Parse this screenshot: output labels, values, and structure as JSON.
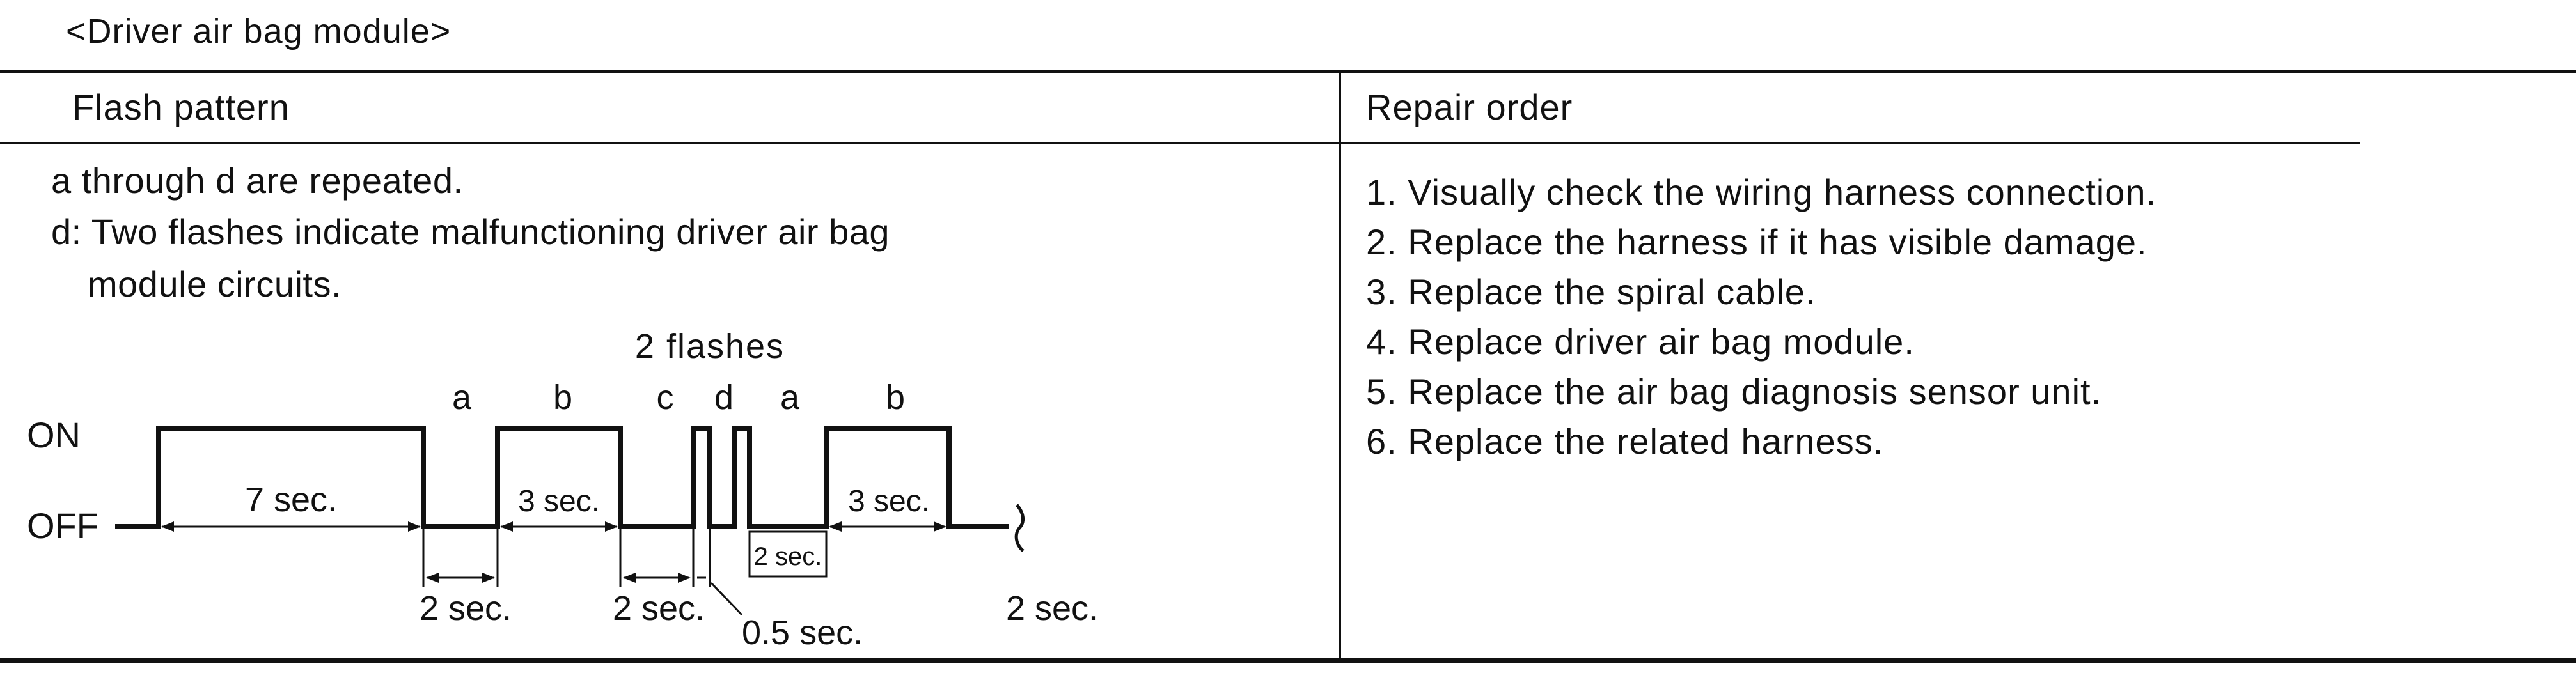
{
  "caption": "<Driver air bag module>",
  "table": {
    "headers": {
      "flash": "Flash pattern",
      "repair": "Repair order"
    }
  },
  "flash_notes": {
    "repeat": "a through d are repeated.",
    "d_line1": "d: Two flashes indicate malfunctioning driver air bag",
    "d_line2": "module circuits."
  },
  "diagram": {
    "flashes_label": "2 flashes",
    "on_label": "ON",
    "off_label": "OFF",
    "phase_labels": [
      "a",
      "b",
      "c",
      "d",
      "a",
      "b"
    ],
    "durations": {
      "a1": "7 sec.",
      "b1": "3 sec.",
      "c_gap1": "2 sec.",
      "c_gap2": "2 sec.",
      "d_pulse": "0.5 sec.",
      "a2": "2 sec.",
      "b2": "3 sec.",
      "trailing": "2 sec."
    }
  },
  "repair_steps": [
    "1. Visually check the wiring harness connection.",
    "2. Replace the harness if it has visible damage.",
    "3. Replace the spiral cable.",
    "4. Replace driver air bag module.",
    "5. Replace the air bag diagnosis sensor unit.",
    "6. Replace the related harness."
  ]
}
